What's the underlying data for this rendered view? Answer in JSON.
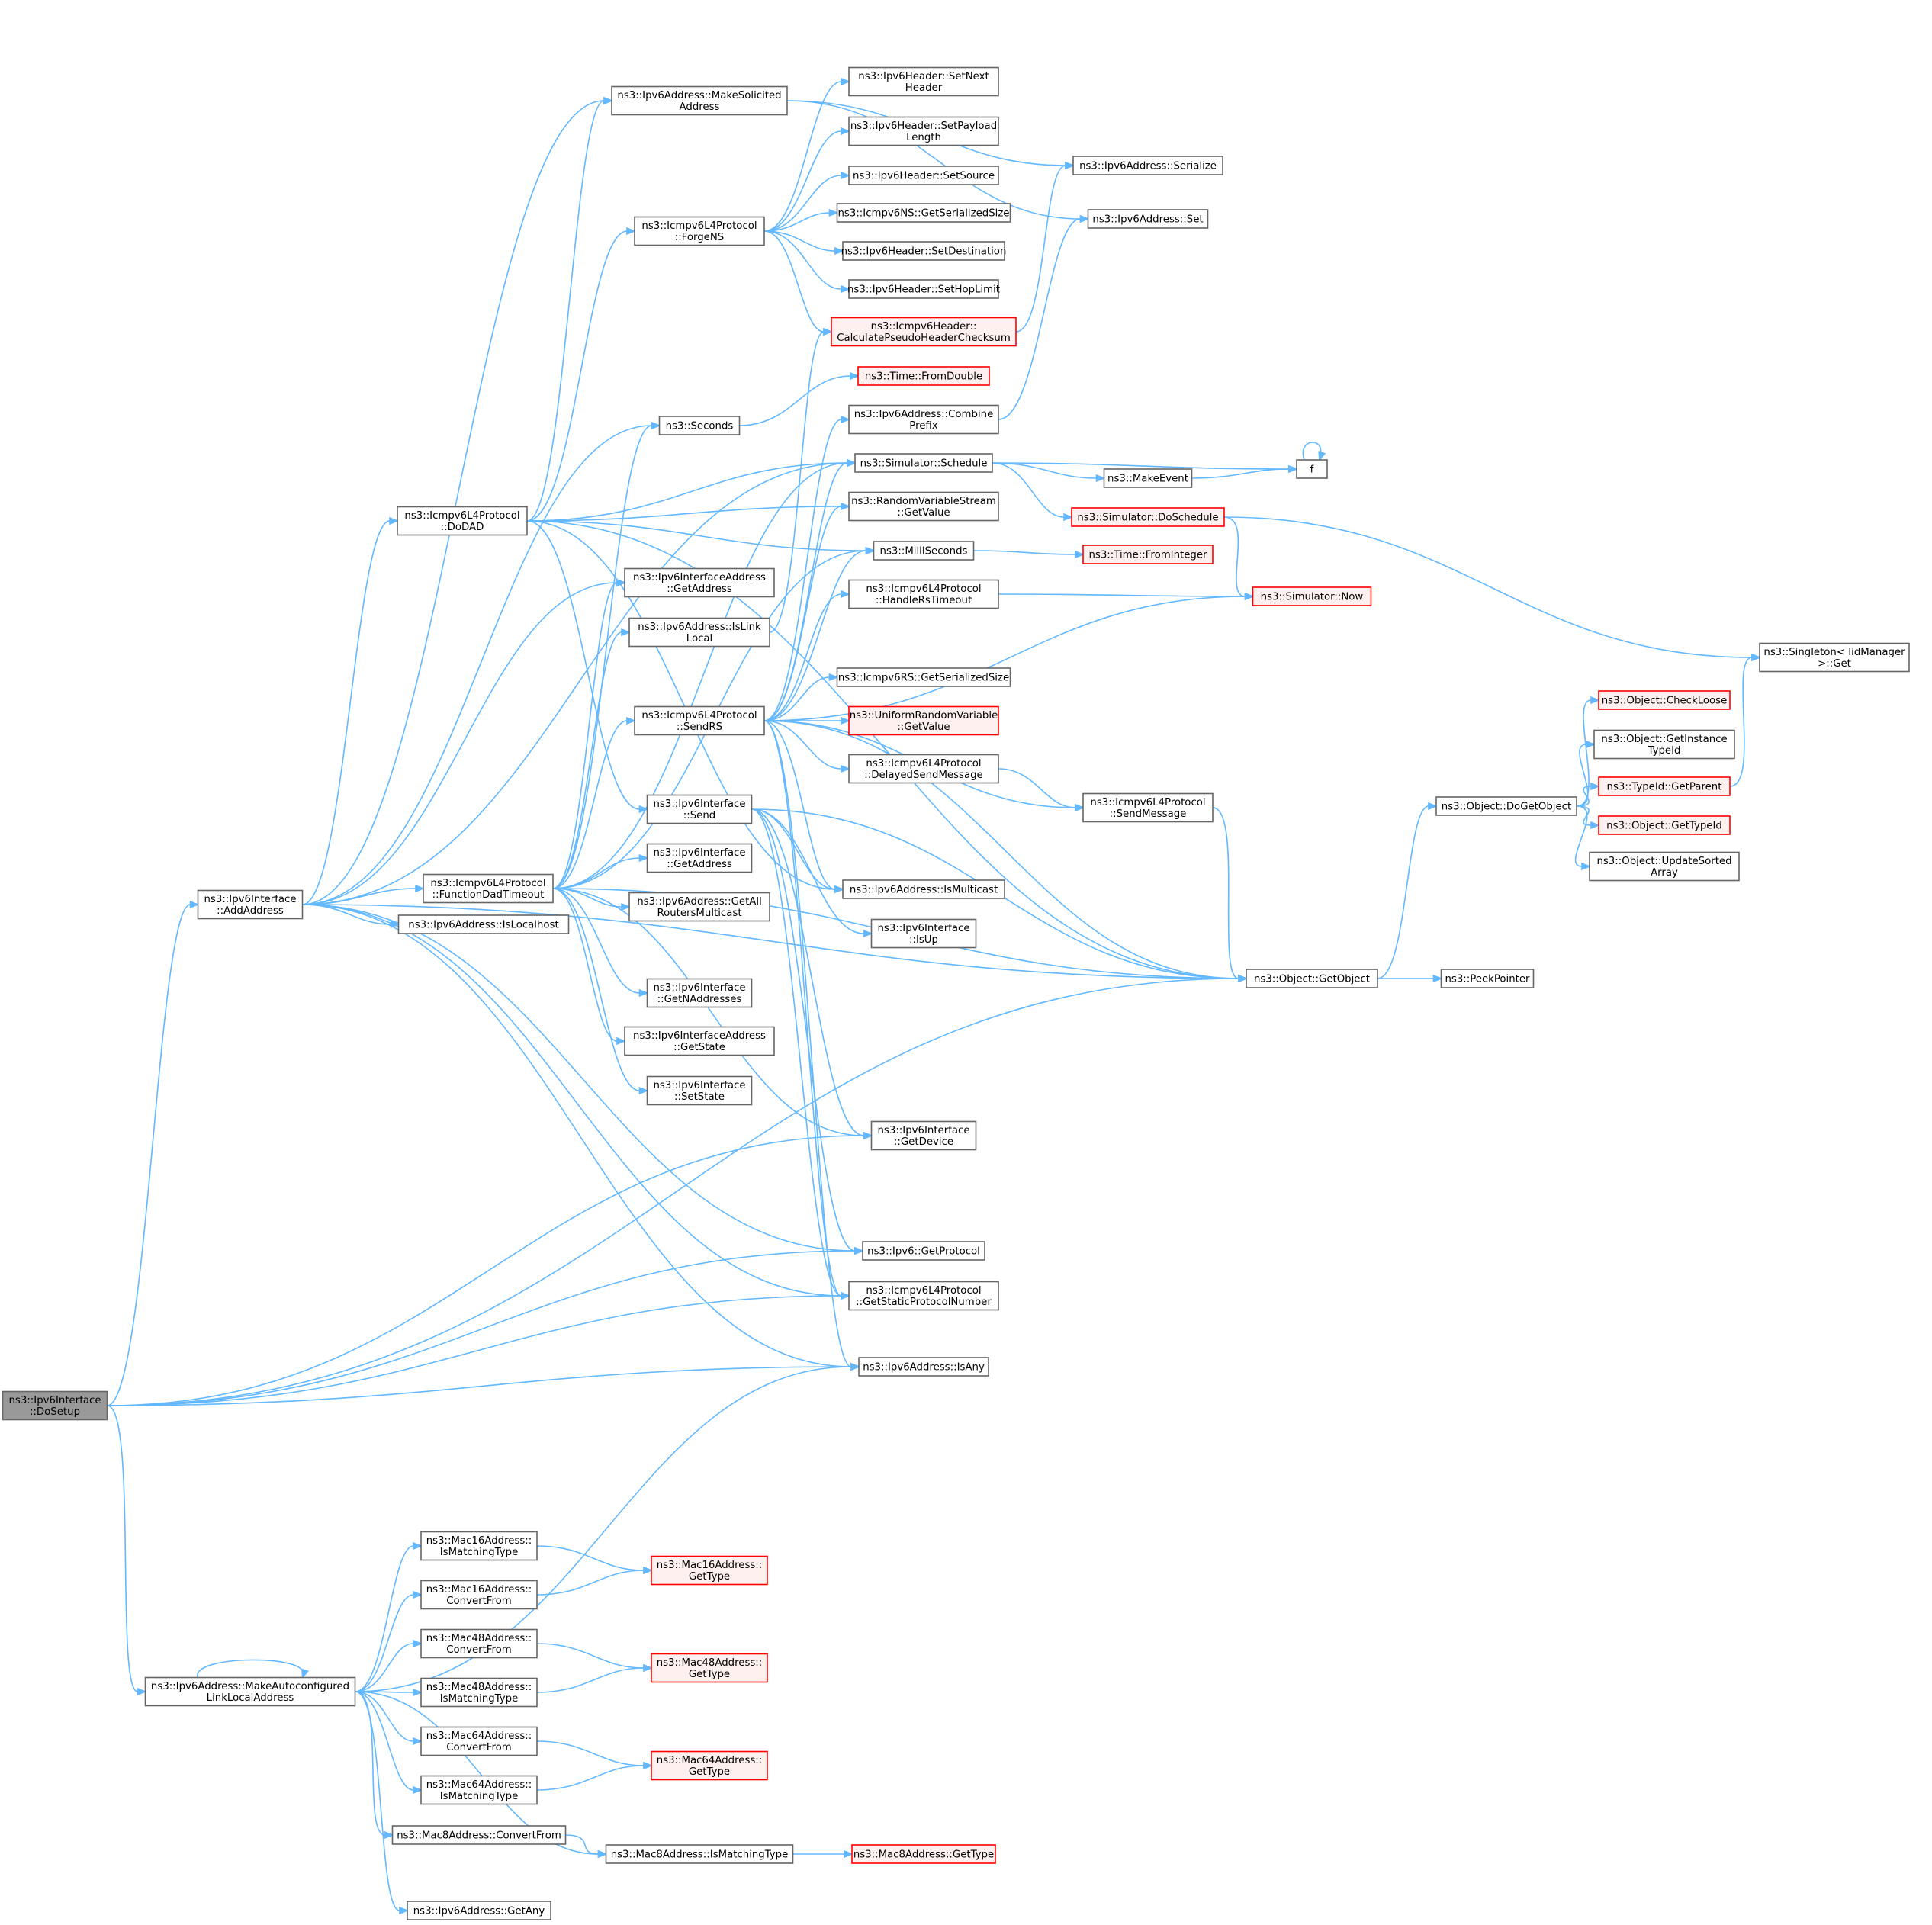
{
  "graph": {
    "edge_color": "#63b8ff",
    "nodes": [
      {
        "id": "dosetup",
        "lines": [
          "ns3::Ipv6Interface",
          "::DoSetup"
        ],
        "style": "root"
      },
      {
        "id": "addaddress",
        "lines": [
          "ns3::Ipv6Interface",
          "::AddAddress"
        ],
        "style": "normal"
      },
      {
        "id": "makeauto",
        "lines": [
          "ns3::Ipv6Address::MakeAutoconfigured",
          "LinkLocalAddress"
        ],
        "style": "normal"
      },
      {
        "id": "makesolicited",
        "lines": [
          "ns3::Ipv6Address::MakeSolicited",
          "Address"
        ],
        "style": "normal"
      },
      {
        "id": "dodad",
        "lines": [
          "ns3::Icmpv6L4Protocol",
          "::DoDAD"
        ],
        "style": "normal"
      },
      {
        "id": "fdt",
        "lines": [
          "ns3::Icmpv6L4Protocol",
          "::FunctionDadTimeout"
        ],
        "style": "normal"
      },
      {
        "id": "islocalhost",
        "lines": [
          "ns3::Ipv6Address::IsLocalhost"
        ],
        "style": "normal"
      },
      {
        "id": "forgens",
        "lines": [
          "ns3::Icmpv6L4Protocol",
          "::ForgeNS"
        ],
        "style": "normal"
      },
      {
        "id": "seconds",
        "lines": [
          "ns3::Seconds"
        ],
        "style": "normal"
      },
      {
        "id": "ifaddr_getaddr",
        "lines": [
          "ns3::Ipv6InterfaceAddress",
          "::GetAddress"
        ],
        "style": "normal"
      },
      {
        "id": "islinklocal",
        "lines": [
          "ns3::Ipv6Address::IsLink",
          "Local"
        ],
        "style": "normal"
      },
      {
        "id": "sendrs",
        "lines": [
          "ns3::Icmpv6L4Protocol",
          "::SendRS"
        ],
        "style": "normal"
      },
      {
        "id": "if_send",
        "lines": [
          "ns3::Ipv6Interface",
          "::Send"
        ],
        "style": "normal"
      },
      {
        "id": "if_getaddress",
        "lines": [
          "ns3::Ipv6Interface",
          "::GetAddress"
        ],
        "style": "normal"
      },
      {
        "id": "getallrouters",
        "lines": [
          "ns3::Ipv6Address::GetAll",
          "RoutersMulticast"
        ],
        "style": "normal"
      },
      {
        "id": "getnaddresses",
        "lines": [
          "ns3::Ipv6Interface",
          "::GetNAddresses"
        ],
        "style": "normal"
      },
      {
        "id": "getstate",
        "lines": [
          "ns3::Ipv6InterfaceAddress",
          "::GetState"
        ],
        "style": "normal"
      },
      {
        "id": "setstate",
        "lines": [
          "ns3::Ipv6Interface",
          "::SetState"
        ],
        "style": "normal"
      },
      {
        "id": "setnext",
        "lines": [
          "ns3::Ipv6Header::SetNext",
          "Header"
        ],
        "style": "normal"
      },
      {
        "id": "setpayload",
        "lines": [
          "ns3::Ipv6Header::SetPayload",
          "Length"
        ],
        "style": "normal"
      },
      {
        "id": "setsource",
        "lines": [
          "ns3::Ipv6Header::SetSource"
        ],
        "style": "normal"
      },
      {
        "id": "ns_getser",
        "lines": [
          "ns3::Icmpv6NS::GetSerializedSize"
        ],
        "style": "normal"
      },
      {
        "id": "setdest",
        "lines": [
          "ns3::Ipv6Header::SetDestination"
        ],
        "style": "normal"
      },
      {
        "id": "sethop",
        "lines": [
          "ns3::Ipv6Header::SetHopLimit"
        ],
        "style": "normal"
      },
      {
        "id": "calcpseudo",
        "lines": [
          "ns3::Icmpv6Header::",
          "CalculatePseudoHeaderChecksum"
        ],
        "style": "red"
      },
      {
        "id": "fromdouble",
        "lines": [
          "ns3::Time::FromDouble"
        ],
        "style": "red"
      },
      {
        "id": "combineprefix",
        "lines": [
          "ns3::Ipv6Address::Combine",
          "Prefix"
        ],
        "style": "normal"
      },
      {
        "id": "schedule",
        "lines": [
          "ns3::Simulator::Schedule"
        ],
        "style": "normal"
      },
      {
        "id": "rvs_getvalue",
        "lines": [
          "ns3::RandomVariableStream",
          "::GetValue"
        ],
        "style": "normal"
      },
      {
        "id": "milliseconds",
        "lines": [
          "ns3::MilliSeconds"
        ],
        "style": "normal"
      },
      {
        "id": "handlerstimeout",
        "lines": [
          "ns3::Icmpv6L4Protocol",
          "::HandleRsTimeout"
        ],
        "style": "normal"
      },
      {
        "id": "rs_getser",
        "lines": [
          "ns3::Icmpv6RS::GetSerializedSize"
        ],
        "style": "normal"
      },
      {
        "id": "urv_getvalue",
        "lines": [
          "ns3::UniformRandomVariable",
          "::GetValue"
        ],
        "style": "red"
      },
      {
        "id": "delayedsend",
        "lines": [
          "ns3::Icmpv6L4Protocol",
          "::DelayedSendMessage"
        ],
        "style": "normal"
      },
      {
        "id": "ismulticast",
        "lines": [
          "ns3::Ipv6Address::IsMulticast"
        ],
        "style": "normal"
      },
      {
        "id": "isup",
        "lines": [
          "ns3::Ipv6Interface",
          "::IsUp"
        ],
        "style": "normal"
      },
      {
        "id": "getdevice",
        "lines": [
          "ns3::Ipv6Interface",
          "::GetDevice"
        ],
        "style": "normal"
      },
      {
        "id": "getprotocol",
        "lines": [
          "ns3::Ipv6::GetProtocol"
        ],
        "style": "normal"
      },
      {
        "id": "getstaticproto",
        "lines": [
          "ns3::Icmpv6L4Protocol",
          "::GetStaticProtocolNumber"
        ],
        "style": "normal"
      },
      {
        "id": "isany",
        "lines": [
          "ns3::Ipv6Address::IsAny"
        ],
        "style": "normal"
      },
      {
        "id": "serialize",
        "lines": [
          "ns3::Ipv6Address::Serialize"
        ],
        "style": "normal"
      },
      {
        "id": "set",
        "lines": [
          "ns3::Ipv6Address::Set"
        ],
        "style": "normal"
      },
      {
        "id": "makeevent",
        "lines": [
          "ns3::MakeEvent"
        ],
        "style": "normal"
      },
      {
        "id": "f",
        "lines": [
          "f"
        ],
        "style": "normal"
      },
      {
        "id": "doschedule",
        "lines": [
          "ns3::Simulator::DoSchedule"
        ],
        "style": "red"
      },
      {
        "id": "frominteger",
        "lines": [
          "ns3::Time::FromInteger"
        ],
        "style": "red"
      },
      {
        "id": "now",
        "lines": [
          "ns3::Simulator::Now"
        ],
        "style": "red"
      },
      {
        "id": "sendmessage",
        "lines": [
          "ns3::Icmpv6L4Protocol",
          "::SendMessage"
        ],
        "style": "normal"
      },
      {
        "id": "getobject",
        "lines": [
          "ns3::Object::GetObject"
        ],
        "style": "normal"
      },
      {
        "id": "peekpointer",
        "lines": [
          "ns3::PeekPointer"
        ],
        "style": "normal"
      },
      {
        "id": "dogetobject",
        "lines": [
          "ns3::Object::DoGetObject"
        ],
        "style": "normal"
      },
      {
        "id": "checkloose",
        "lines": [
          "ns3::Object::CheckLoose"
        ],
        "style": "red"
      },
      {
        "id": "getinstancetypeid",
        "lines": [
          "ns3::Object::GetInstance",
          "TypeId"
        ],
        "style": "normal"
      },
      {
        "id": "getparent",
        "lines": [
          "ns3::TypeId::GetParent"
        ],
        "style": "red"
      },
      {
        "id": "gettypeid",
        "lines": [
          "ns3::Object::GetTypeId"
        ],
        "style": "red"
      },
      {
        "id": "updatesorted",
        "lines": [
          "ns3::Object::UpdateSorted",
          "Array"
        ],
        "style": "normal"
      },
      {
        "id": "singleton",
        "lines": [
          "ns3::Singleton< IidManager",
          ">::Get"
        ],
        "style": "normal"
      },
      {
        "id": "mac16_ismatch",
        "lines": [
          "ns3::Mac16Address::",
          "IsMatchingType"
        ],
        "style": "normal"
      },
      {
        "id": "mac16_convert",
        "lines": [
          "ns3::Mac16Address::",
          "ConvertFrom"
        ],
        "style": "normal"
      },
      {
        "id": "mac48_convert",
        "lines": [
          "ns3::Mac48Address::",
          "ConvertFrom"
        ],
        "style": "normal"
      },
      {
        "id": "mac48_ismatch",
        "lines": [
          "ns3::Mac48Address::",
          "IsMatchingType"
        ],
        "style": "normal"
      },
      {
        "id": "mac64_convert",
        "lines": [
          "ns3::Mac64Address::",
          "ConvertFrom"
        ],
        "style": "normal"
      },
      {
        "id": "mac64_ismatch",
        "lines": [
          "ns3::Mac64Address::",
          "IsMatchingType"
        ],
        "style": "normal"
      },
      {
        "id": "mac8_convert",
        "lines": [
          "ns3::Mac8Address::ConvertFrom"
        ],
        "style": "normal"
      },
      {
        "id": "getany",
        "lines": [
          "ns3::Ipv6Address::GetAny"
        ],
        "style": "normal"
      },
      {
        "id": "mac16_gettype",
        "lines": [
          "ns3::Mac16Address::",
          "GetType"
        ],
        "style": "red"
      },
      {
        "id": "mac48_gettype",
        "lines": [
          "ns3::Mac48Address::",
          "GetType"
        ],
        "style": "red"
      },
      {
        "id": "mac64_gettype",
        "lines": [
          "ns3::Mac64Address::",
          "GetType"
        ],
        "style": "red"
      },
      {
        "id": "mac8_ismatch",
        "lines": [
          "ns3::Mac8Address::IsMatchingType"
        ],
        "style": "normal"
      },
      {
        "id": "mac8_gettype",
        "lines": [
          "ns3::Mac8Address::GetType"
        ],
        "style": "red"
      }
    ],
    "edges": [
      [
        "dosetup",
        "addaddress"
      ],
      [
        "dosetup",
        "getdevice"
      ],
      [
        "dosetup",
        "getprotocol"
      ],
      [
        "dosetup",
        "getstaticproto"
      ],
      [
        "dosetup",
        "isany"
      ],
      [
        "dosetup",
        "getobject"
      ],
      [
        "dosetup",
        "makeauto"
      ],
      [
        "addaddress",
        "makesolicited"
      ],
      [
        "addaddress",
        "seconds"
      ],
      [
        "addaddress",
        "schedule"
      ],
      [
        "addaddress",
        "dodad"
      ],
      [
        "addaddress",
        "ifaddr_getaddr"
      ],
      [
        "addaddress",
        "fdt"
      ],
      [
        "addaddress",
        "islocalhost"
      ],
      [
        "addaddress",
        "getobject"
      ],
      [
        "addaddress",
        "getprotocol"
      ],
      [
        "addaddress",
        "getstaticproto"
      ],
      [
        "addaddress",
        "isany"
      ],
      [
        "makesolicited",
        "serialize"
      ],
      [
        "makesolicited",
        "set"
      ],
      [
        "dodad",
        "makesolicited"
      ],
      [
        "dodad",
        "forgens"
      ],
      [
        "dodad",
        "schedule"
      ],
      [
        "dodad",
        "rvs_getvalue"
      ],
      [
        "dodad",
        "milliseconds"
      ],
      [
        "dodad",
        "if_send"
      ],
      [
        "dodad",
        "ismulticast"
      ],
      [
        "dodad",
        "getobject"
      ],
      [
        "forgens",
        "setnext"
      ],
      [
        "forgens",
        "setpayload"
      ],
      [
        "forgens",
        "setsource"
      ],
      [
        "forgens",
        "ns_getser"
      ],
      [
        "forgens",
        "setdest"
      ],
      [
        "forgens",
        "sethop"
      ],
      [
        "forgens",
        "calcpseudo"
      ],
      [
        "calcpseudo",
        "serialize"
      ],
      [
        "seconds",
        "fromdouble"
      ],
      [
        "combineprefix",
        "set"
      ],
      [
        "schedule",
        "f"
      ],
      [
        "schedule",
        "makeevent"
      ],
      [
        "schedule",
        "doschedule"
      ],
      [
        "makeevent",
        "f"
      ],
      [
        "f",
        "f"
      ],
      [
        "doschedule",
        "now"
      ],
      [
        "doschedule",
        "singleton"
      ],
      [
        "milliseconds",
        "frominteger"
      ],
      [
        "handlerstimeout",
        "now"
      ],
      [
        "fdt",
        "seconds"
      ],
      [
        "fdt",
        "ifaddr_getaddr"
      ],
      [
        "fdt",
        "islinklocal"
      ],
      [
        "fdt",
        "schedule"
      ],
      [
        "fdt",
        "milliseconds"
      ],
      [
        "fdt",
        "sendrs"
      ],
      [
        "fdt",
        "if_getaddress"
      ],
      [
        "fdt",
        "getallrouters"
      ],
      [
        "fdt",
        "getnaddresses"
      ],
      [
        "fdt",
        "getstate"
      ],
      [
        "fdt",
        "setstate"
      ],
      [
        "fdt",
        "getdevice"
      ],
      [
        "fdt",
        "getobject"
      ],
      [
        "islinklocal",
        "calcpseudo"
      ],
      [
        "sendrs",
        "combineprefix"
      ],
      [
        "sendrs",
        "schedule"
      ],
      [
        "sendrs",
        "rvs_getvalue"
      ],
      [
        "sendrs",
        "milliseconds"
      ],
      [
        "sendrs",
        "handlerstimeout"
      ],
      [
        "sendrs",
        "now"
      ],
      [
        "sendrs",
        "rs_getser"
      ],
      [
        "sendrs",
        "urv_getvalue"
      ],
      [
        "sendrs",
        "delayedsend"
      ],
      [
        "sendrs",
        "sendmessage"
      ],
      [
        "sendrs",
        "ismulticast"
      ],
      [
        "sendrs",
        "getobject"
      ],
      [
        "sendrs",
        "getstaticproto"
      ],
      [
        "sendrs",
        "isany"
      ],
      [
        "if_send",
        "ismulticast"
      ],
      [
        "if_send",
        "isup"
      ],
      [
        "if_send",
        "getdevice"
      ],
      [
        "if_send",
        "getprotocol"
      ],
      [
        "if_send",
        "getstaticproto"
      ],
      [
        "if_send",
        "getobject"
      ],
      [
        "delayedsend",
        "sendmessage"
      ],
      [
        "sendmessage",
        "getobject"
      ],
      [
        "getobject",
        "peekpointer"
      ],
      [
        "getobject",
        "dogetobject"
      ],
      [
        "dogetobject",
        "checkloose"
      ],
      [
        "dogetobject",
        "getinstancetypeid"
      ],
      [
        "dogetobject",
        "getparent"
      ],
      [
        "dogetobject",
        "gettypeid"
      ],
      [
        "dogetobject",
        "updatesorted"
      ],
      [
        "getparent",
        "singleton"
      ],
      [
        "makeauto",
        "makeauto"
      ],
      [
        "makeauto",
        "isany"
      ],
      [
        "makeauto",
        "mac16_ismatch"
      ],
      [
        "makeauto",
        "mac16_convert"
      ],
      [
        "makeauto",
        "mac48_convert"
      ],
      [
        "makeauto",
        "mac48_ismatch"
      ],
      [
        "makeauto",
        "mac64_convert"
      ],
      [
        "makeauto",
        "mac64_ismatch"
      ],
      [
        "makeauto",
        "mac8_convert"
      ],
      [
        "makeauto",
        "mac8_ismatch"
      ],
      [
        "makeauto",
        "getany"
      ],
      [
        "mac16_ismatch",
        "mac16_gettype"
      ],
      [
        "mac16_convert",
        "mac16_gettype"
      ],
      [
        "mac48_convert",
        "mac48_gettype"
      ],
      [
        "mac48_ismatch",
        "mac48_gettype"
      ],
      [
        "mac64_convert",
        "mac64_gettype"
      ],
      [
        "mac64_ismatch",
        "mac64_gettype"
      ],
      [
        "mac8_convert",
        "mac8_ismatch"
      ],
      [
        "mac8_ismatch",
        "mac8_gettype"
      ]
    ]
  }
}
